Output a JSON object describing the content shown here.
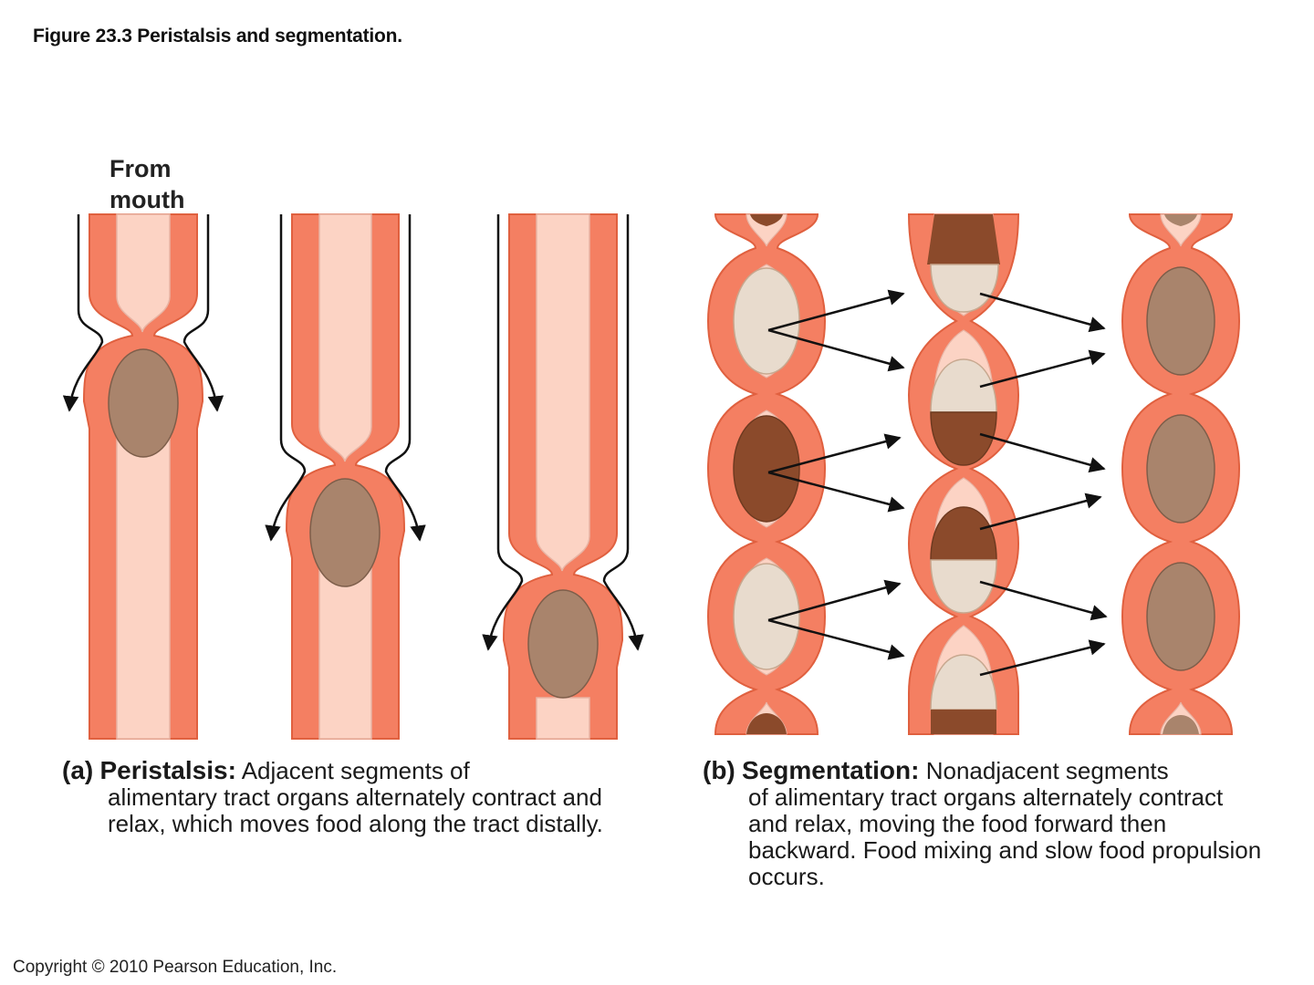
{
  "figure_title": "Figure 23.3  Peristalsis and segmentation.",
  "from_label": [
    "From",
    "mouth"
  ],
  "caption_a": {
    "tag": "(a)",
    "heading": "Peristalsis:",
    "text_first": "Adjacent segments of",
    "text_rest": "alimentary tract organs alternately contract and relax, which moves food along the tract distally."
  },
  "caption_b": {
    "tag": "(b)",
    "heading": "Segmentation:",
    "text_first": "Nonadjacent segments",
    "text_rest": "of alimentary tract organs alternately contract and relax, moving the food forward then backward. Food mixing and slow food propulsion occurs."
  },
  "copyright": "Copyright © 2010 Pearson Education, Inc.",
  "colors": {
    "wall": "#f47f62",
    "wall_outline": "#e0603f",
    "lumen": "#fcd3c4",
    "bolus": "#a9846c",
    "dark_food": "#8b4a2b",
    "light_food": "#e8dbcd",
    "arrow": "#111111"
  }
}
